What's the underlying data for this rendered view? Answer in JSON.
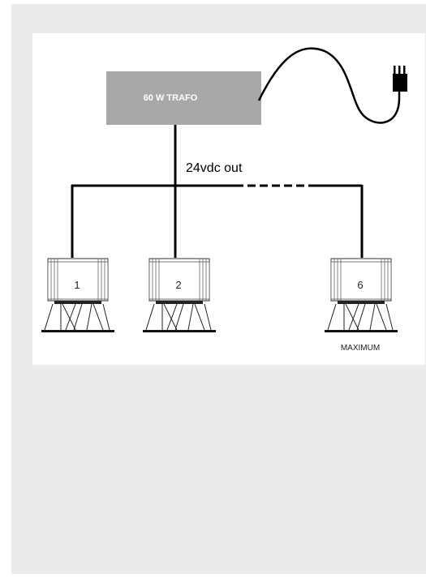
{
  "diagram": {
    "transformer_label": "60 W TRAFO",
    "output_label": "24vdc out",
    "units": [
      {
        "label": "1"
      },
      {
        "label": "2"
      },
      {
        "label": "6"
      }
    ],
    "maximum_label": "MAXIMUM"
  },
  "colors": {
    "page_background": "#eaebea",
    "canvas_background": "#ffffff",
    "transformer_fill": "#a7a8a7",
    "wire": "#000000"
  }
}
